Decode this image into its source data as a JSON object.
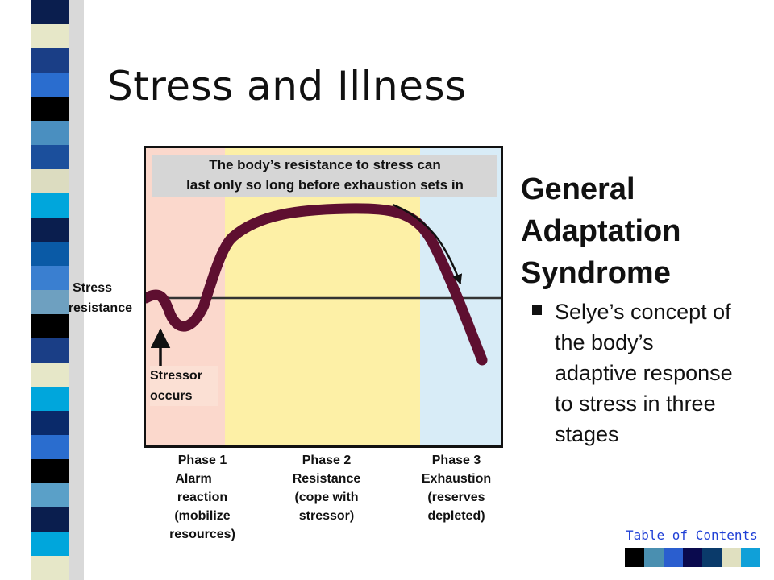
{
  "slide": {
    "title": "Stress and Illness",
    "heading_lines": [
      "General",
      "Adaptation",
      "Syndrome"
    ],
    "bullet_lines": [
      "Selye’s concept of",
      "the body’s",
      "adaptive response",
      "to stress in three",
      "stages"
    ],
    "toc_link": "Table of Contents"
  },
  "diagram": {
    "callout_lines": [
      "The body’s resistance to stress can",
      "last only so long before exhaustion sets in"
    ],
    "y_label_lines": [
      "Stress",
      "resistance"
    ],
    "stressor_lines": [
      "Stressor",
      "occurs"
    ],
    "phases": [
      {
        "lines": [
          "Phase 1",
          "Alarm",
          "reaction",
          "(mobilize",
          "resources)"
        ],
        "color": "#fbd8cc"
      },
      {
        "lines": [
          "Phase 2",
          "Resistance",
          "(cope with",
          "stressor)"
        ],
        "color": "#fdf0a6"
      },
      {
        "lines": [
          "Phase 3",
          "Exhaustion",
          "(reserves",
          "depleted)"
        ],
        "color": "#d8ecf7"
      }
    ],
    "curve_color": "#5e0f30"
  },
  "colors": {
    "stripe": [
      "#0a1e4e",
      "#e6e7c8",
      "#1a3e86",
      "#2a6dcf",
      "#000000",
      "#4a8fc0",
      "#1b4f9c",
      "#dcdcc0",
      "#00a6dc",
      "#0a1e4e",
      "#0a5aa6",
      "#3a7fd0",
      "#6ea0c0",
      "#000000",
      "#1a3e86",
      "#e6e7c8",
      "#00a6dc",
      "#0a2a6a",
      "#2a6dcf",
      "#000000",
      "#5aa0c8",
      "#0a1e4e",
      "#00a6dc",
      "#e6e7c8"
    ],
    "swatches": [
      "#000000",
      "#4a8fb0",
      "#2a5ecf",
      "#0a0a4e",
      "#0a3a6a",
      "#e0e0c0",
      "#10a0d8"
    ]
  }
}
